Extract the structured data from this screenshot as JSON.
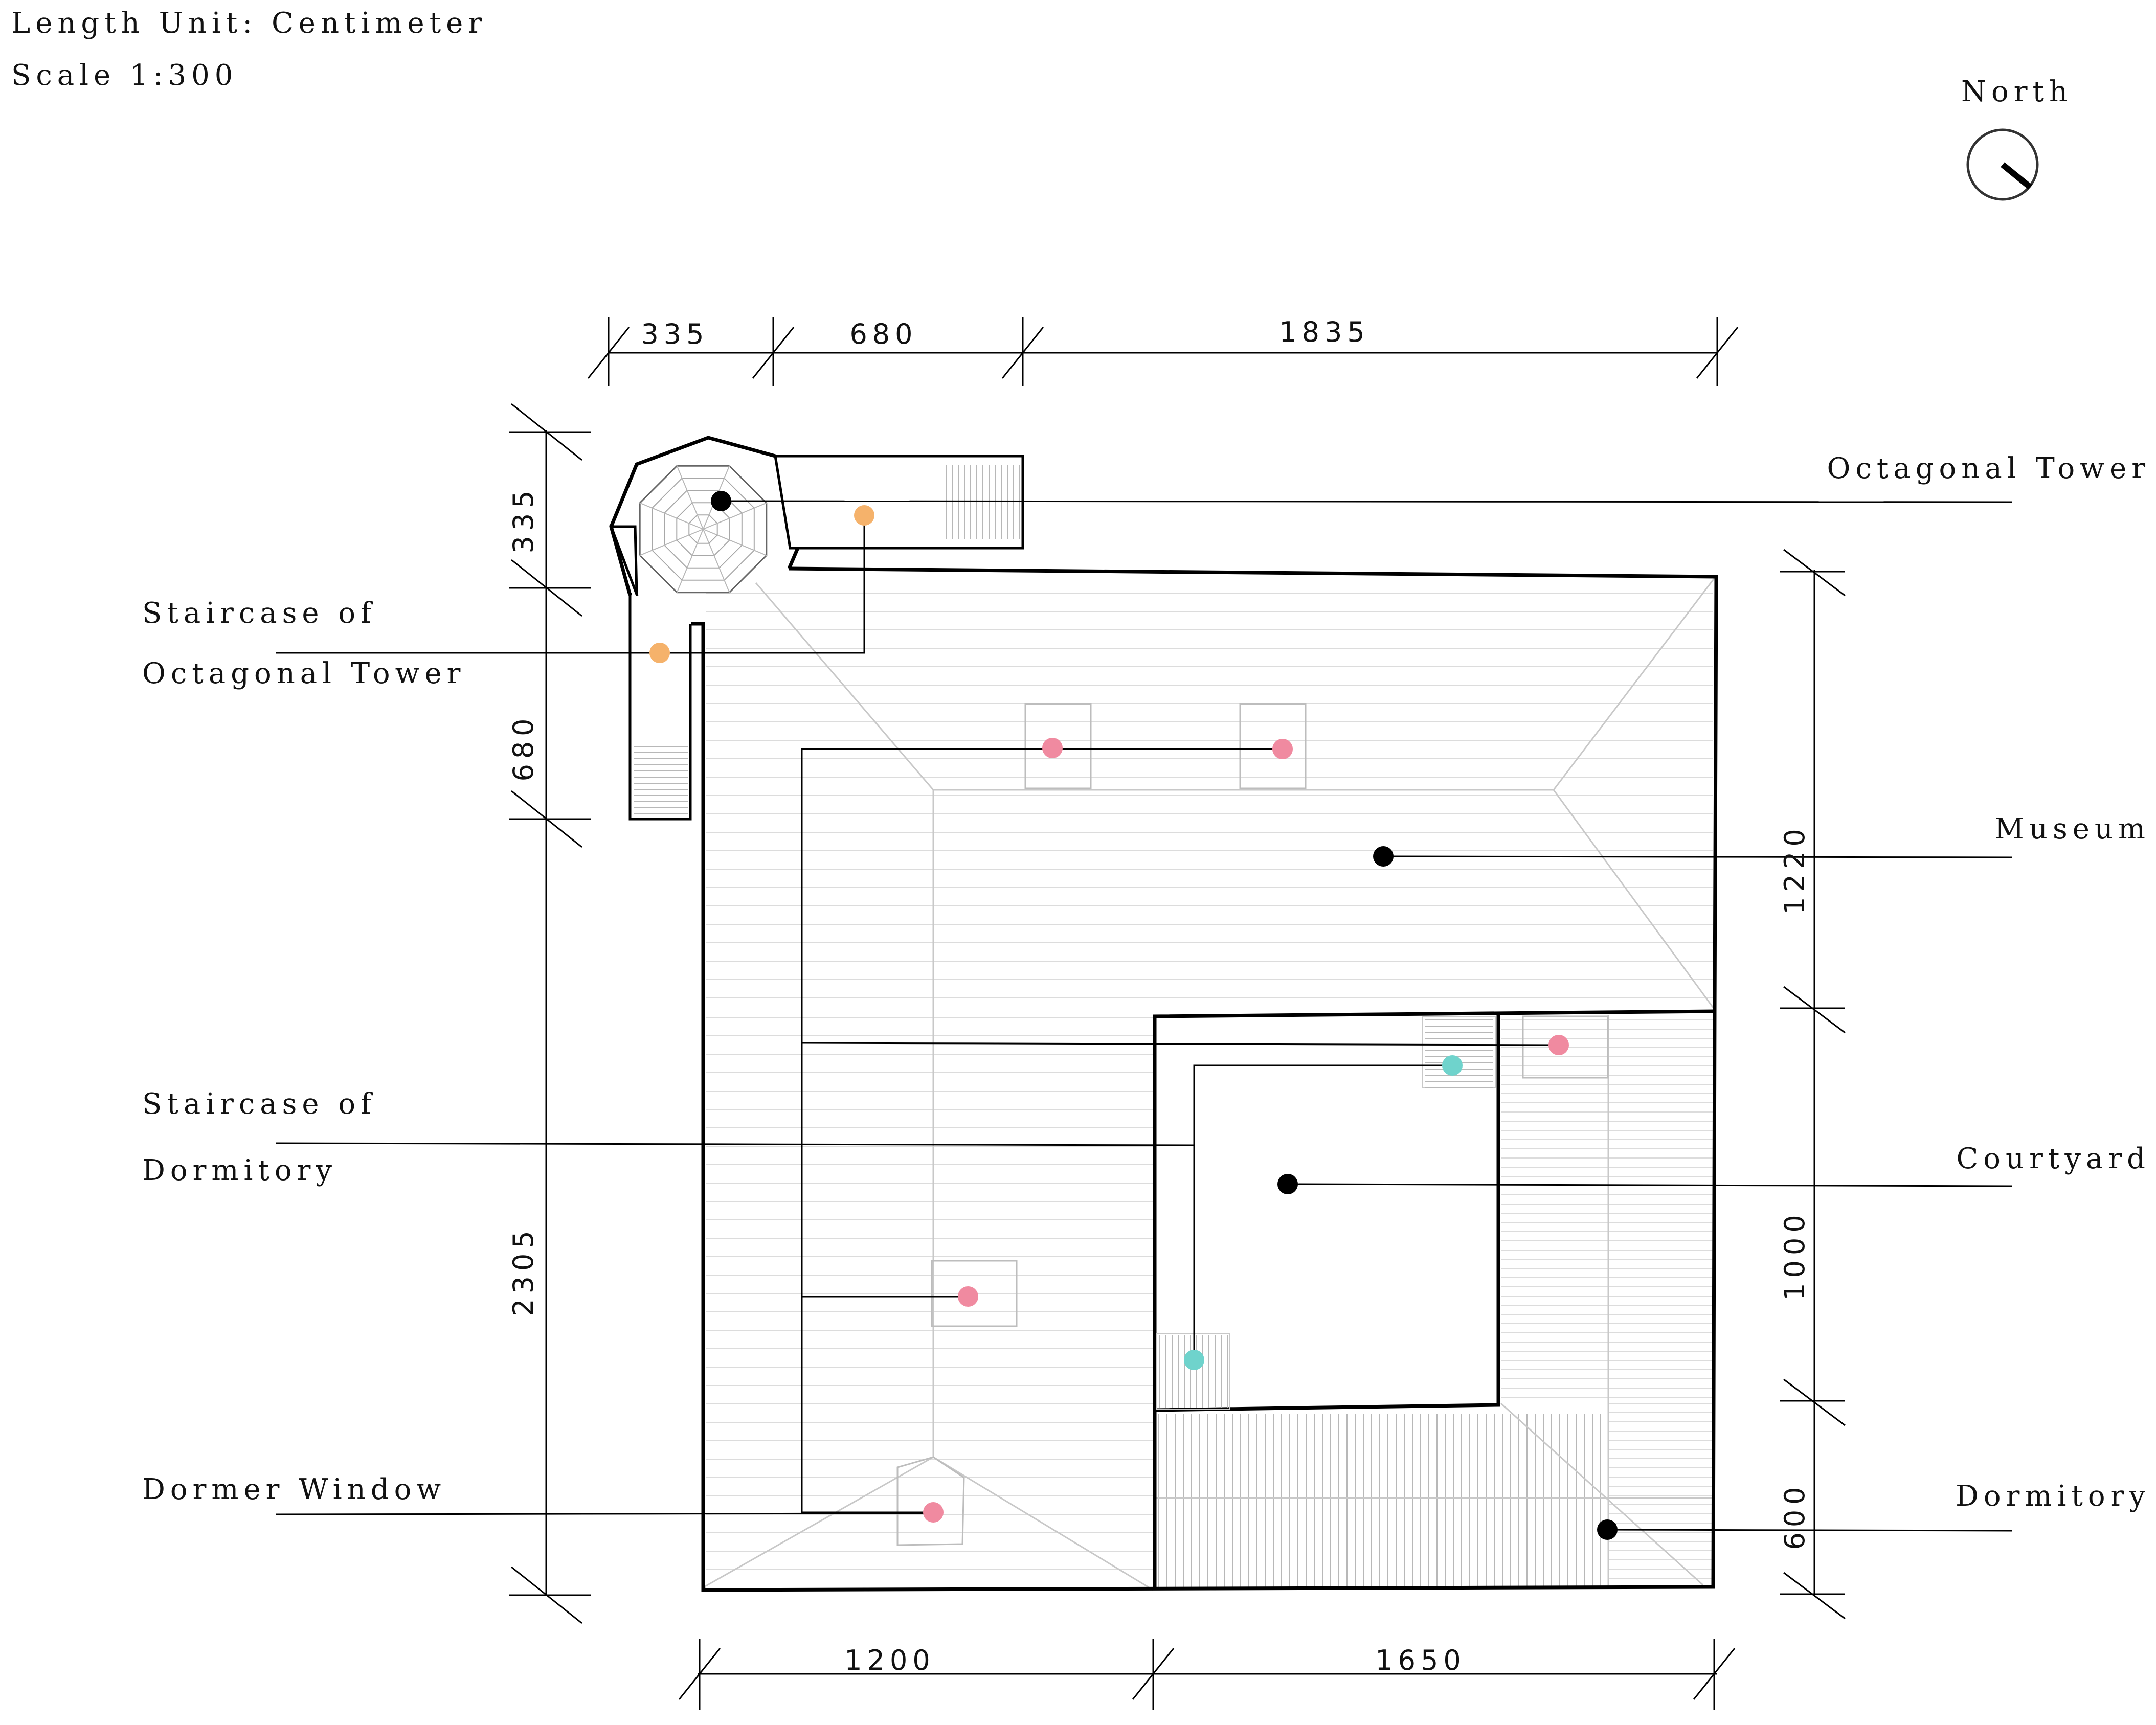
{
  "header": {
    "length_unit": "Length Unit: Centimeter",
    "scale": "Scale 1:300"
  },
  "north": {
    "label": "North"
  },
  "labels": {
    "octagonal_tower": "Octagonal Tower",
    "staircase_tower_1": "Staircase of",
    "staircase_tower_2": "Octagonal Tower",
    "museum": "Museum",
    "courtyard": "Courtyard",
    "staircase_dorm_1": "Staircase of",
    "staircase_dorm_2": "Dormitory",
    "dormer_window": "Dormer Window",
    "dormitory": "Dormitory"
  },
  "dimensions": {
    "top": [
      "335",
      "680",
      "1835"
    ],
    "bottom": [
      "1200",
      "1650"
    ],
    "left": [
      "335",
      "680",
      "2305"
    ],
    "right": [
      "1220",
      "1000",
      "600"
    ]
  },
  "colors": {
    "building_marker": "#000000",
    "tower_staircase_marker": "#f5b26b",
    "dormer_window_marker": "#f08aa0",
    "dormitory_staircase_marker": "#6fd3cc"
  }
}
